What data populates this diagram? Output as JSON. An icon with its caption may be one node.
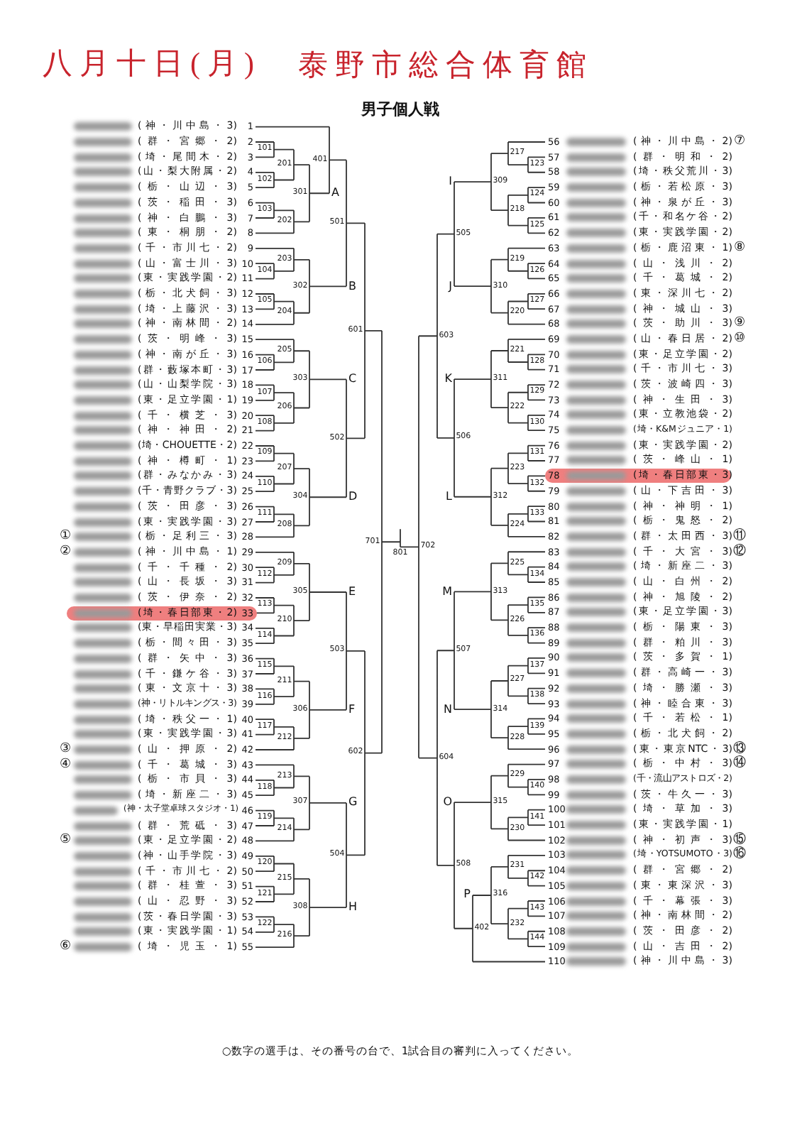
{
  "diagram": {
    "title": "男子個人戦",
    "caption": "○数字の選手は、その番号の台で、1試合目の審判に入ってください。",
    "labels": [
      "八月十日(月)",
      "泰野市総合体育館",
      "(神・川中島・3)",
      "1",
      "(群・宮郷・2)",
      "2",
      "(埼・尾間木・2)",
      "3",
      "(山・梨大附属・2)",
      "4",
      "(栃・山辺・3)",
      "5",
      "(茨・稲田・3)",
      "6",
      "(神・白鵬・3)",
      "7",
      "(東・桐朋・2)",
      "8",
      "(千・市川七・2)",
      "9",
      "(山・富士川・3)",
      "10",
      "(東・実践学園・2)",
      "11",
      "(栃・北犬飼・3)",
      "12",
      "(埼・上藤沢・3)",
      "13",
      "(神・南林間・2)",
      "14",
      "(茨・明峰・3)",
      "15",
      "(神・南が丘・3)",
      "16",
      "(群・藪塚本町・3)",
      "17",
      "(山・山梨学院・3)",
      "18",
      "(東・足立学園・1)",
      "19",
      "(千・横芝・3)",
      "20",
      "(神・神田・2)",
      "21",
      "(埼・CHOUETTE・2)",
      "22",
      "(神・樽町・1)",
      "23",
      "(群・みなかみ・3)",
      "24",
      "(千・青野クラブ・3)",
      "25",
      "(茨・田彦・3)",
      "26",
      "(東・実践学園・3)",
      "27",
      "(栃・足利三・3)",
      "28",
      "(神・川中島・1)",
      "29",
      "(千・千種・2)",
      "30",
      "(山・長坂・3)",
      "31",
      "(茨・伊奈・2)",
      "32",
      "(埼・春日部東・2)",
      "33",
      "(東・早稲田実業・3)",
      "34",
      "(栃・間々田・3)",
      "35",
      "(群・矢中・3)",
      "36",
      "(千・鎌ケ谷・3)",
      "37",
      "(東・文京十・3)",
      "38",
      "(神・リトルキングス・3)",
      "39",
      "(埼・秩父一・1)",
      "40",
      "(東・実践学園・3)",
      "41",
      "(山・押原・2)",
      "42",
      "(千・葛城・3)",
      "43",
      "(栃・市貝・3)",
      "44",
      "(埼・新座二・3)",
      "45",
      "(神・太子堂卓球スタジオ・1)",
      "46",
      "(群・荒砥・3)",
      "47",
      "(東・足立学園・2)",
      "48",
      "(神・山手学院・3)",
      "49",
      "(千・市川七・2)",
      "50",
      "(群・桂萱・3)",
      "51",
      "(山・忍野・3)",
      "52",
      "(茨・春日学園・3)",
      "53",
      "(東・実践学園・1)",
      "54",
      "(埼・児玉・1)",
      "55",
      "(神・川中島・2)",
      "56",
      "(群・明和・2)",
      "57",
      "(埼・秩父荒川・3)",
      "58",
      "(栃・若松原・3)",
      "59",
      "(神・泉が丘・3)",
      "60",
      "(千・和名ケ谷・2)",
      "61",
      "(東・実践学園・2)",
      "62",
      "(栃・鹿沼東・1)",
      "63",
      "(山・浅川・2)",
      "64",
      "(千・葛城・2)",
      "65",
      "(東・深川七・2)",
      "66",
      "(神・城山・3)",
      "67",
      "(茨・助川・3)",
      "68",
      "(山・春日居・2)",
      "69",
      "(東・足立学園・2)",
      "70",
      "(千・市川七・3)",
      "71",
      "(茨・波崎四・3)",
      "72",
      "(神・生田・3)",
      "73",
      "(東・立教池袋・2)",
      "74",
      "(埼・K&Mジュニア・1)",
      "75",
      "(東・実践学園・2)",
      "76",
      "(茨・峰山・1)",
      "77",
      "(埼・春日部東・3)",
      "78",
      "(山・下吉田・3)",
      "79",
      "(神・神明・1)",
      "80",
      "(栃・鬼怒・2)",
      "81",
      "(群・太田西・3)",
      "82",
      "(千・大宮・3)",
      "83",
      "(埼・新座二・3)",
      "84",
      "(山・白州・2)",
      "85",
      "(神・旭陵・2)",
      "86",
      "(東・足立学園・3)",
      "87",
      "(栃・陽東・3)",
      "88",
      "(群・粕川・3)",
      "89",
      "(茨・多賀・1)",
      "90",
      "(群・高崎一・3)",
      "91",
      "(埼・勝瀬・3)",
      "92",
      "(神・睦合東・3)",
      "93",
      "(千・若松・1)",
      "94",
      "(栃・北犬飼・2)",
      "95",
      "(東・東京NTC・3)",
      "96",
      "(栃・中村・3)",
      "97",
      "(千・流山アストロズ・2)",
      "98",
      "(茨・牛久一・3)",
      "99",
      "(埼・草加・3)",
      "100",
      "(東・実践学園・1)",
      "101",
      "(神・初声・3)",
      "102",
      "(埼・YOTSUMOTO・3)",
      "103",
      "(群・宮郷・2)",
      "104",
      "(東・東深沢・3)",
      "105",
      "(千・幕張・3)",
      "106",
      "(神・南林間・2)",
      "107",
      "(茨・田彦・2)",
      "108",
      "(山・吉田・2)",
      "109",
      "(神・川中島・3)",
      "110",
      "①",
      "②",
      "③",
      "④",
      "⑤",
      "⑥",
      "⑦",
      "⑧",
      "⑨",
      "⑩",
      "⑪",
      "⑫",
      "⑬",
      "⑭",
      "⑮",
      "⑯",
      "101",
      "102",
      "103",
      "104",
      "105",
      "106",
      "107",
      "108",
      "109",
      "110",
      "111",
      "112",
      "113",
      "114",
      "115",
      "116",
      "117",
      "118",
      "119",
      "120",
      "121",
      "122",
      "123",
      "124",
      "125",
      "126",
      "127",
      "128",
      "129",
      "130",
      "131",
      "132",
      "133",
      "134",
      "135",
      "136",
      "137",
      "138",
      "139",
      "140",
      "141",
      "142",
      "143",
      "144",
      "201",
      "202",
      "203",
      "204",
      "205",
      "206",
      "207",
      "208",
      "209",
      "210",
      "211",
      "212",
      "213",
      "214",
      "215",
      "216",
      "217",
      "218",
      "219",
      "220",
      "221",
      "222",
      "223",
      "224",
      "225",
      "226",
      "227",
      "228",
      "229",
      "230",
      "231",
      "232",
      "301",
      "302",
      "303",
      "304",
      "305",
      "306",
      "307",
      "308",
      "309",
      "310",
      "311",
      "312",
      "313",
      "314",
      "315",
      "316",
      "401",
      "402",
      "501",
      "502",
      "503",
      "504",
      "505",
      "506",
      "507",
      "508",
      "601",
      "602",
      "603",
      "604",
      "701",
      "702",
      "801",
      "A",
      "B",
      "C",
      "D",
      "E",
      "F",
      "G",
      "H",
      "I",
      "J",
      "K",
      "L",
      "M",
      "N",
      "O",
      "P"
    ]
  }
}
